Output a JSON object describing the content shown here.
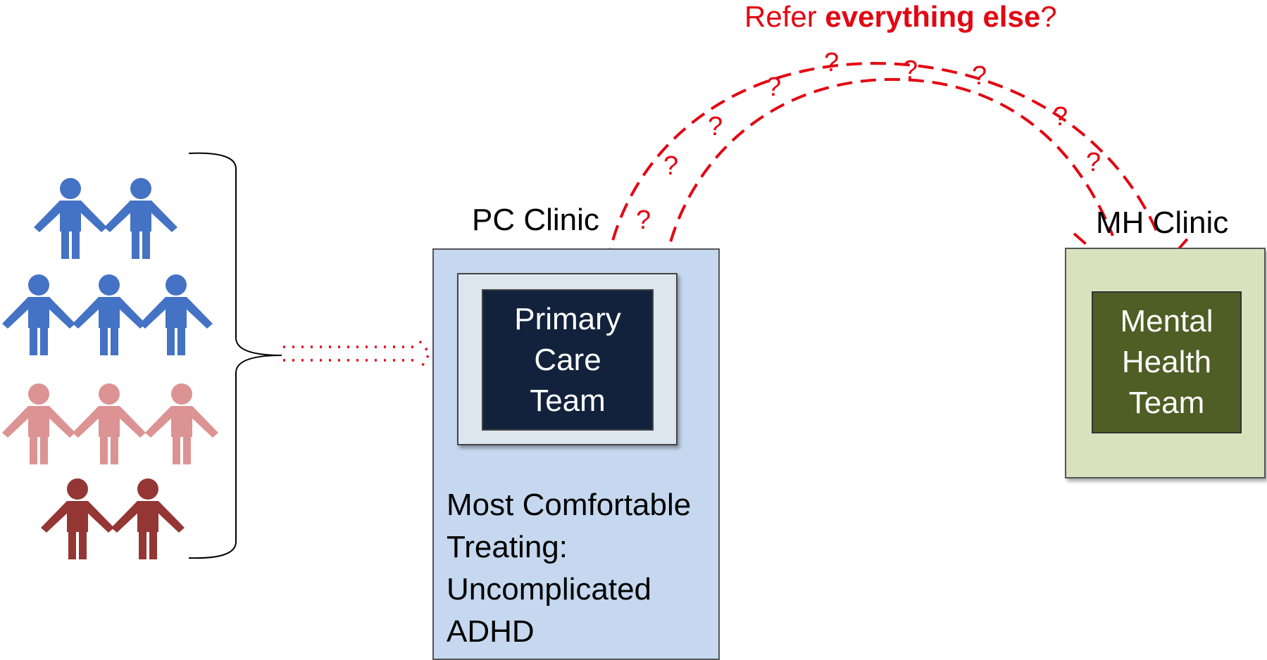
{
  "pc_clinic": {
    "label": "PC Clinic",
    "team": [
      "Primary",
      "Care",
      "Team"
    ],
    "comfort_lines": [
      "Most Comfortable",
      "Treating:",
      "Uncomplicated",
      "ADHD"
    ]
  },
  "mh_clinic": {
    "label": "MH Clinic",
    "team": [
      "Mental",
      "Health",
      "Team"
    ]
  },
  "refer": {
    "prefix": "Refer ",
    "emphasis": "everything else",
    "suffix": "?"
  },
  "question_mark": "?",
  "colors": {
    "arrow": "#e30613",
    "blue_people": "#4472c4",
    "pink_people": "#dc9393",
    "dark_red_people": "#943634",
    "pc_clinic_fill": "#c5d8ef",
    "pc_team_fill": "#12223d",
    "mh_clinic_fill": "#d8e3be",
    "mh_team_fill": "#4e5e25"
  }
}
